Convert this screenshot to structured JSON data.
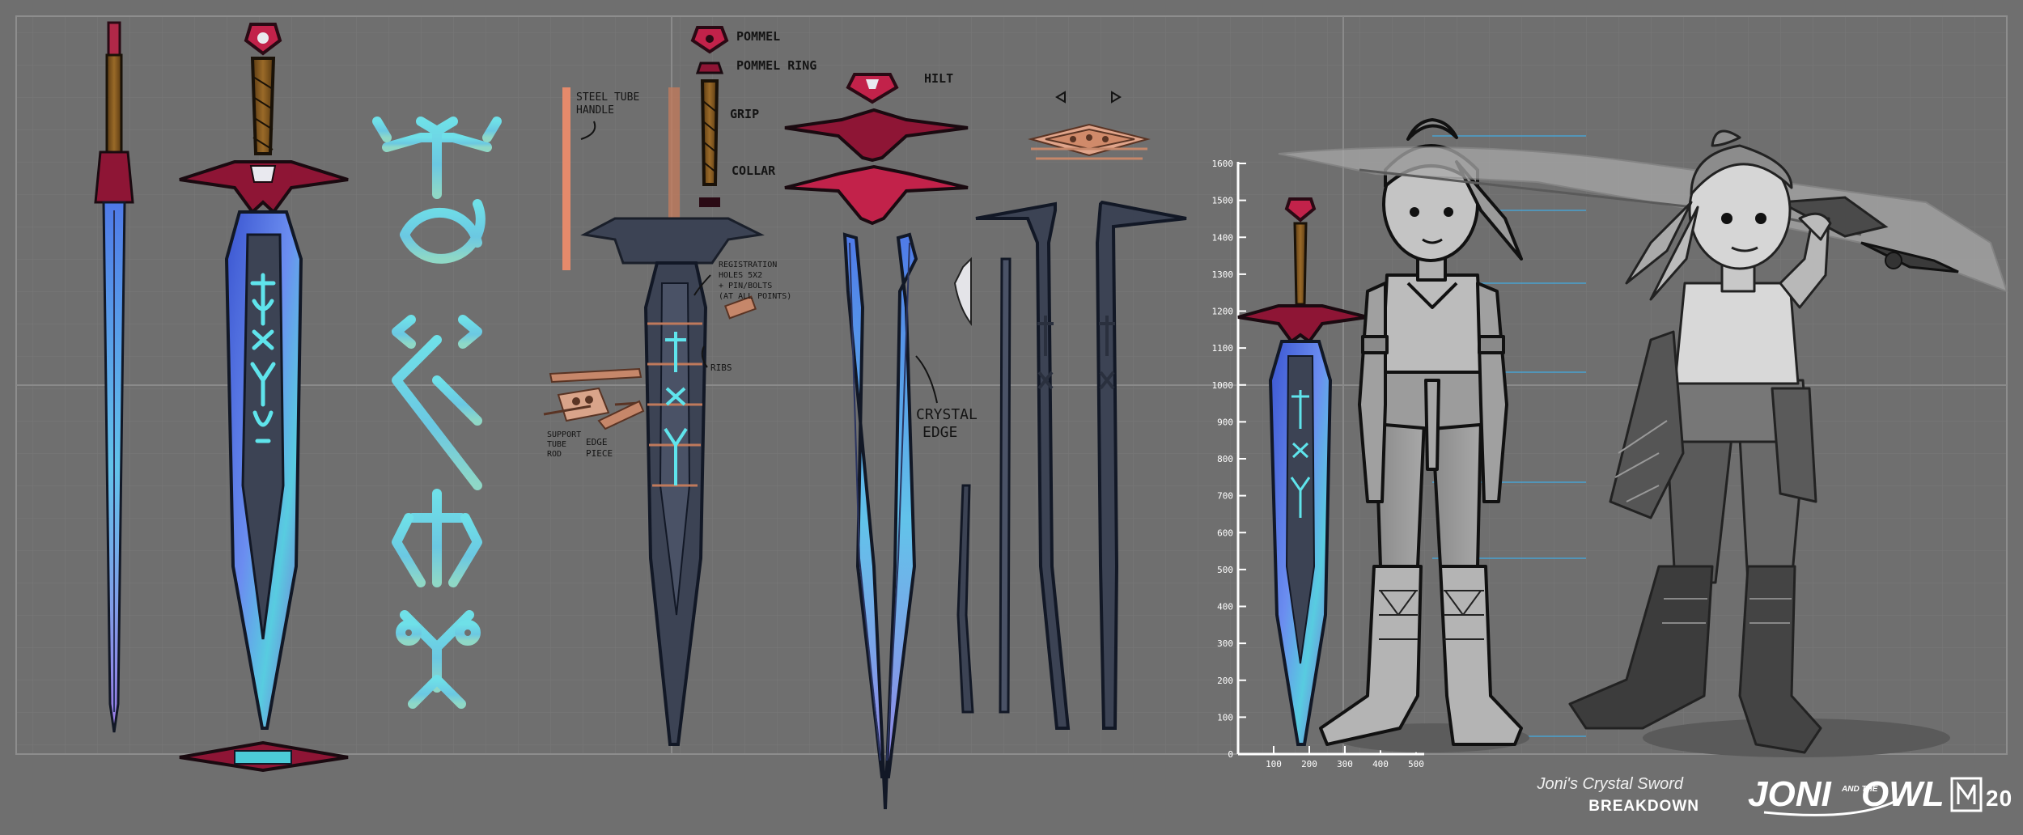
{
  "colors": {
    "background": "#6f6f6f",
    "grid_line": "#7a7a7a",
    "grid_major": "#8a8a8a",
    "crystal_blue": "#4a6fe0",
    "crystal_cyan": "#5fd8e4",
    "rune_cyan": "#6fd3e0",
    "crimson": "#8e1535",
    "hilt_red": "#c2224a",
    "steel_dark": "#3c4354",
    "grip_brown": "#7a5220",
    "steel_tube_orange": "#e58a6b",
    "ruler_white": "#ffffff",
    "guide_blue": "#47a6d8"
  },
  "parts_labels": {
    "pommel": "POMMEL",
    "pommel_ring": "POMMEL RING",
    "grip": "GRIP",
    "collar": "COLLAR",
    "hilt": "HILT"
  },
  "annotations": {
    "steel_tube_handle": [
      "STEEL TUBE",
      "HANDLE"
    ],
    "registration_holes": [
      "REGISTRATION",
      "HOLES 5X2",
      "+ PIN/BOLTS",
      "(AT ALL POINTS)"
    ],
    "ribs": "RIBS",
    "support_tube_rod": [
      "SUPPORT",
      "TUBE",
      "ROD"
    ],
    "edge_piece": [
      "EDGE",
      "PIECE"
    ],
    "crystal_edge": [
      "CRYSTAL",
      "EDGE"
    ]
  },
  "ruler": {
    "vertical_ticks": [
      "0",
      "100",
      "200",
      "300",
      "400",
      "500",
      "600",
      "700",
      "800",
      "900",
      "1000",
      "1100",
      "1200",
      "1300",
      "1400",
      "1500",
      "1600"
    ],
    "horizontal_ticks": [
      "100",
      "200",
      "300",
      "400",
      "500"
    ]
  },
  "footer": {
    "title_line1": "Joni's Crystal Sword",
    "title_line2": "BREAKDOWN",
    "logo_text_1": "JONI",
    "logo_text_small": "AND THE",
    "logo_text_2": "OWL",
    "year": "20"
  },
  "icons": {
    "left_arrow": "left-triangle-icon",
    "right_arrow": "right-triangle-icon",
    "studio_logo": "studio-monogram-icon"
  }
}
